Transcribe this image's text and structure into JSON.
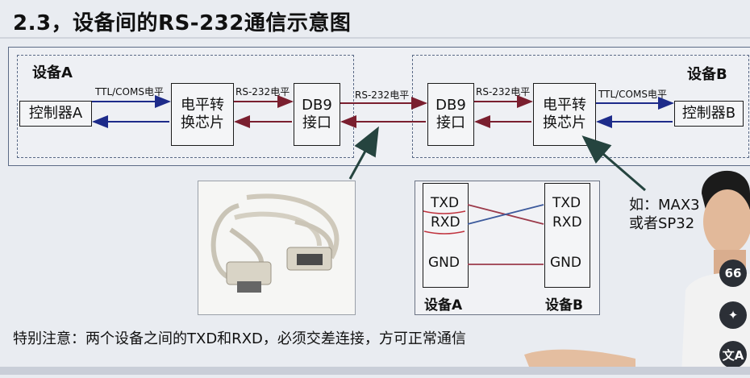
{
  "title": "2.3，设备间的RS-232通信示意图",
  "devices": {
    "a": {
      "label": "设备A",
      "controller": "控制器A",
      "converter": "电平转\n换芯片",
      "port": "DB9\n接口"
    },
    "b": {
      "label": "设备B",
      "controller": "控制器B",
      "converter": "电平转\n换芯片",
      "port": "DB9\n接口"
    }
  },
  "links": {
    "ttl_a": "TTL/COMS电平",
    "rs232_a": "RS-232电平",
    "rs232_mid": "RS-232电平",
    "rs232_b": "RS-232电平",
    "ttl_b": "TTL/COMS电平"
  },
  "chip_note": {
    "line1": "如：MAX3",
    "line2": "或者SP32"
  },
  "wiring": {
    "left_pins": [
      "TXD",
      "RXD",
      "GND"
    ],
    "right_pins": [
      "TXD",
      "RXD",
      "GND"
    ],
    "left_label": "设备A",
    "right_label": "设备B"
  },
  "note": "特别注意：两个设备之间的TXD和RXD，必须交差连接，方可正常通信",
  "side_buttons": [
    "66",
    "✦",
    "文A"
  ],
  "colors": {
    "arrow_blue": "#1d2b8a",
    "arrow_red": "#7a1f2f",
    "wire_blue": "#3c5a9c",
    "wire_red": "#9b3a4a"
  }
}
